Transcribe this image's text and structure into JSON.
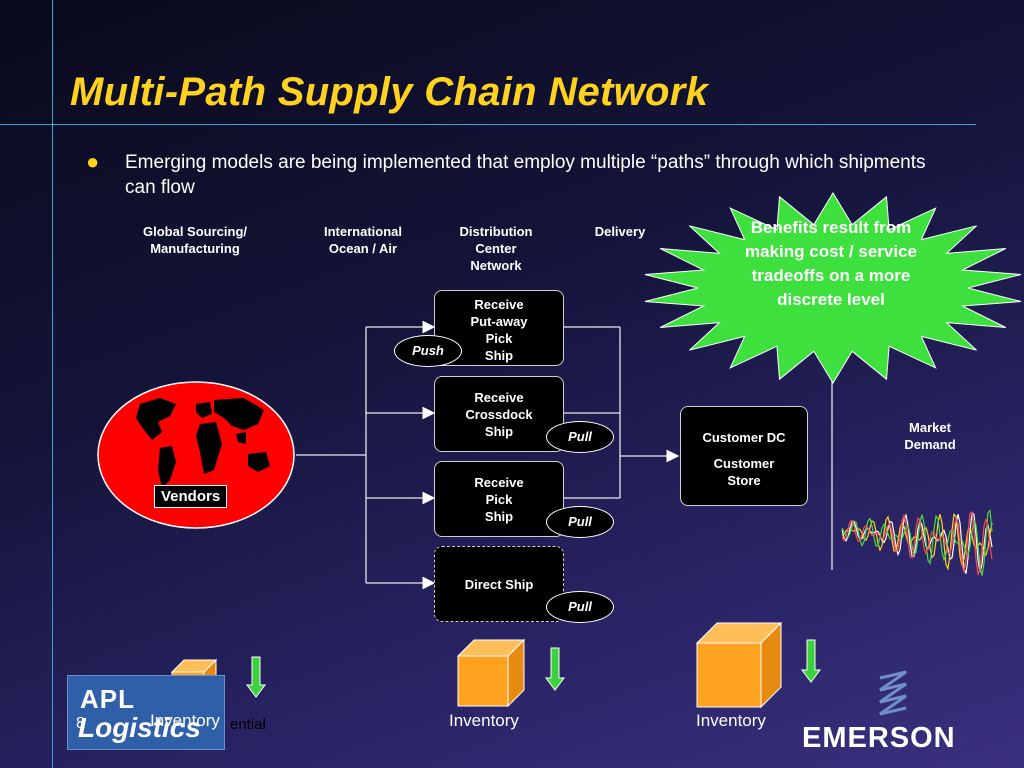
{
  "title": "Multi-Path Supply Chain Network",
  "bullet": "Emerging models are being implemented that employ multiple “paths” through which shipments can flow",
  "columns": {
    "sourcing": [
      "Global Sourcing/",
      "Manufacturing"
    ],
    "ocean": [
      "International",
      "Ocean / Air"
    ],
    "distribution": [
      "Distribution",
      "Center",
      "Network"
    ],
    "delivery": "Delivery"
  },
  "paths": [
    {
      "lines": [
        "Receive",
        "Put-away",
        "Pick",
        "Ship"
      ],
      "tag": "Push"
    },
    {
      "lines": [
        "Receive",
        "Crossdock",
        "Ship"
      ],
      "tag": "Pull"
    },
    {
      "lines": [
        "Receive",
        "Pick",
        "Ship"
      ],
      "tag": "Pull"
    },
    {
      "lines": [
        "Direct Ship"
      ],
      "tag": "Pull"
    }
  ],
  "vendors_label": "Vendors",
  "customer_box": {
    "line1": "Customer DC",
    "line2": "Customer",
    "line3": "Store"
  },
  "benefits": "Benefits result from making cost / service tradeoffs on a more discrete level",
  "market_demand": [
    "Market",
    "Demand"
  ],
  "inventory_label": "Inventory",
  "logo_apl": {
    "top": "APL",
    "bottom": "Logistics"
  },
  "page_number": "8",
  "confidential_fragment": "ential",
  "logo_emerson": "EMERSON",
  "colors": {
    "title": "#ffd21f",
    "burst": "#3de03d",
    "globe": "#ff0000",
    "cube": "#ffa21f",
    "arrow": "#3dd23d",
    "divider": "#3aa0d8"
  },
  "icons": [
    "world-map-icon",
    "inventory-cube-icon",
    "down-arrow-icon",
    "demand-wave-icon",
    "emerson-logo-icon"
  ]
}
